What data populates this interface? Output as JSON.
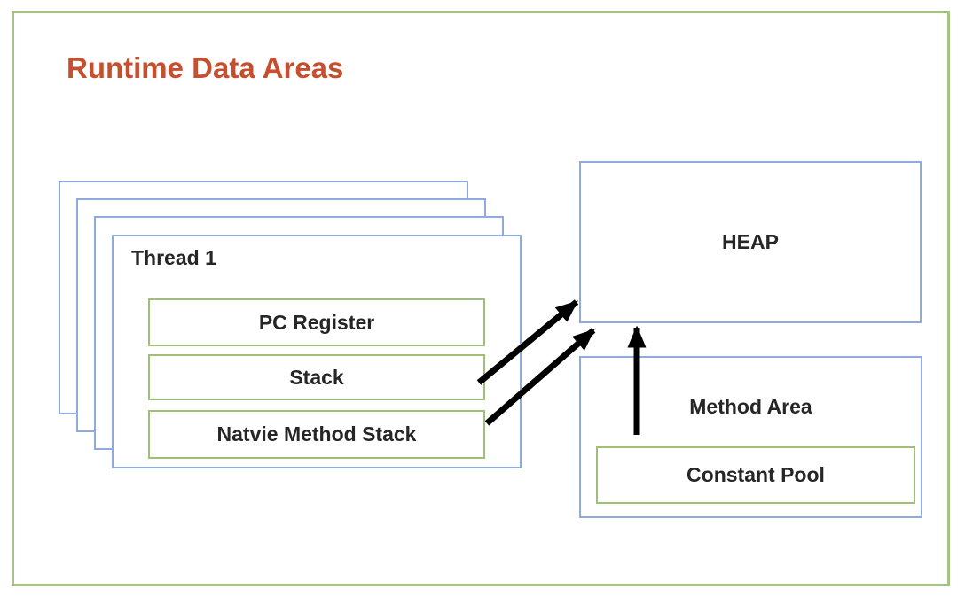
{
  "title": "Runtime Data Areas",
  "colors": {
    "title_red": "#C4502F",
    "box_border_blue": "#8FAADC",
    "box_border_green": "#9FBF79",
    "frame_border_green": "#A6C383",
    "arrow_black": "#000000",
    "label_text": "#262626"
  },
  "thread": {
    "label": "Thread 1",
    "stacked_background_cards": 3,
    "components": [
      "PC Register",
      "Stack",
      "Natvie Method Stack"
    ]
  },
  "heap": {
    "label": "HEAP"
  },
  "method_area": {
    "label": "Method Area",
    "constant_pool_label": "Constant Pool"
  },
  "connections": [
    {
      "from": "stack",
      "to": "heap"
    },
    {
      "from": "natvie-method-stack",
      "to": "heap"
    },
    {
      "from": "constant-pool",
      "to": "heap"
    }
  ]
}
